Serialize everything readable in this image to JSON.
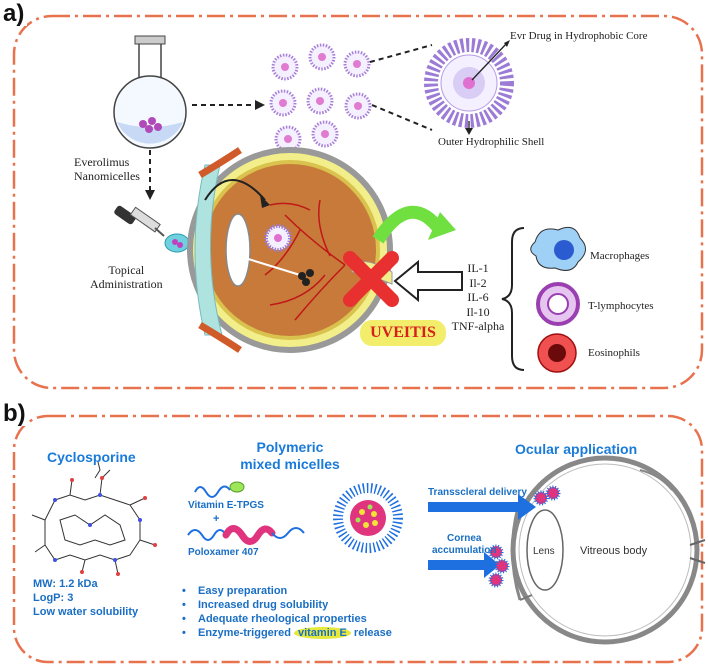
{
  "panel_a": {
    "label": "a)",
    "micelle_core_label": "Evr Drug in Hydrophobic Core",
    "micelle_shell_label": "Outer Hydrophilic Shell",
    "nanomicelles_label_line1": "Everolimus",
    "nanomicelles_label_line2": "Nanomicelles",
    "topical_label_line1": "Topical",
    "topical_label_line2": "Administration",
    "disease_label": "UVEITIS",
    "cytokines": [
      "IL-1",
      "Il-2",
      "IL-6",
      "Il-10",
      "TNF-alpha"
    ],
    "cells": [
      "Macrophages",
      "T-lymphocytes",
      "Eosinophils"
    ],
    "colors": {
      "border": "#e8724e",
      "uveitis_bg": "#f2ed6a",
      "uveitis_text": "#d62020",
      "cross": "#e83030",
      "green_arrow": "#6fe040"
    }
  },
  "panel_b": {
    "label": "b)",
    "cyclosporine_title": "Cyclosporine",
    "props": [
      "MW: 1.2 kDa",
      "LogP: 3",
      "Low water solubility"
    ],
    "micelles_title_line1": "Polymeric",
    "micelles_title_line2": "mixed micelles",
    "polymer1": "Vitamin E-TPGS",
    "plus": "+",
    "polymer2": "Poloxamer 407",
    "bullets": [
      "Easy preparation",
      "Increased drug solubility",
      "Adequate rheological properties"
    ],
    "bullet4_pre": "Enzyme-triggered ",
    "bullet4_hl": "vitamin E",
    "bullet4_post": " release",
    "ocular_title": "Ocular application",
    "transscleral": "Transscleral delivery",
    "cornea_line1": "Cornea",
    "cornea_line2": "accumulation",
    "lens": "Lens",
    "vitreous": "Vitreous body",
    "colors": {
      "title_blue": "#1a7ad9",
      "arrow_blue": "#1e6fe0",
      "poloxamer_pink": "#e0357e"
    }
  }
}
